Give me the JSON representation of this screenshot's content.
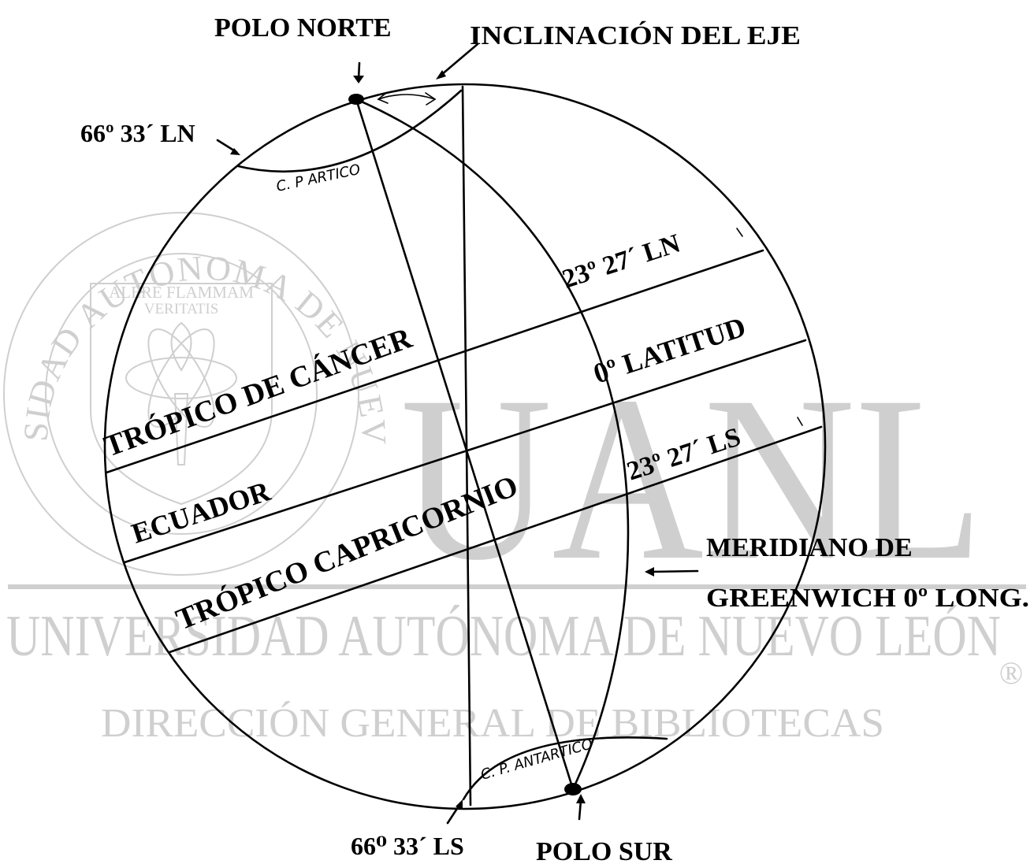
{
  "diagram": {
    "labels": {
      "polo_norte": "POLO NORTE",
      "inclinacion": "INCLINACIÓN DEL EJE",
      "lat_66_n": "66º 33´ LN",
      "circulo_artico": "C. P ARTICO",
      "lat_23_n": "23º 27´   LN",
      "latitud_0": "0º   LATITUD",
      "tropico_cancer": "TRÓPICO DE CÁNCER",
      "ecuador": "ECUADOR",
      "lat_23_s": "23º 27´ LS",
      "tropico_capricornio": "TRÓPICO CAPRICORNIO",
      "meridiano_1": "MERIDIANO DE",
      "meridiano_2": "GREENWICH 0º LONG.",
      "circulo_antartico": "C. P. ANTARTICO",
      "lat_66_s": "66⁰ 33´ LS",
      "polo_sur": "POLO SUR"
    },
    "watermark": {
      "seal_ring": "UNIVERSIDAD AUTÓNOMA DE NUEVO LEÓN",
      "seal_motto_1": "ALERE FLAMMAM",
      "seal_motto_2": "VERITATIS",
      "big_letters": "UANL",
      "line_1": "UNIVERSIDAD AUTÓNOMA DE NUEVO LEÓN",
      "line_2": "DIRECCIÓN GENERAL DE BIBLIOTECAS",
      "registered": "®"
    },
    "colors": {
      "ink": "#000000",
      "watermark": "#cfcfcf",
      "background": "#ffffff"
    }
  }
}
